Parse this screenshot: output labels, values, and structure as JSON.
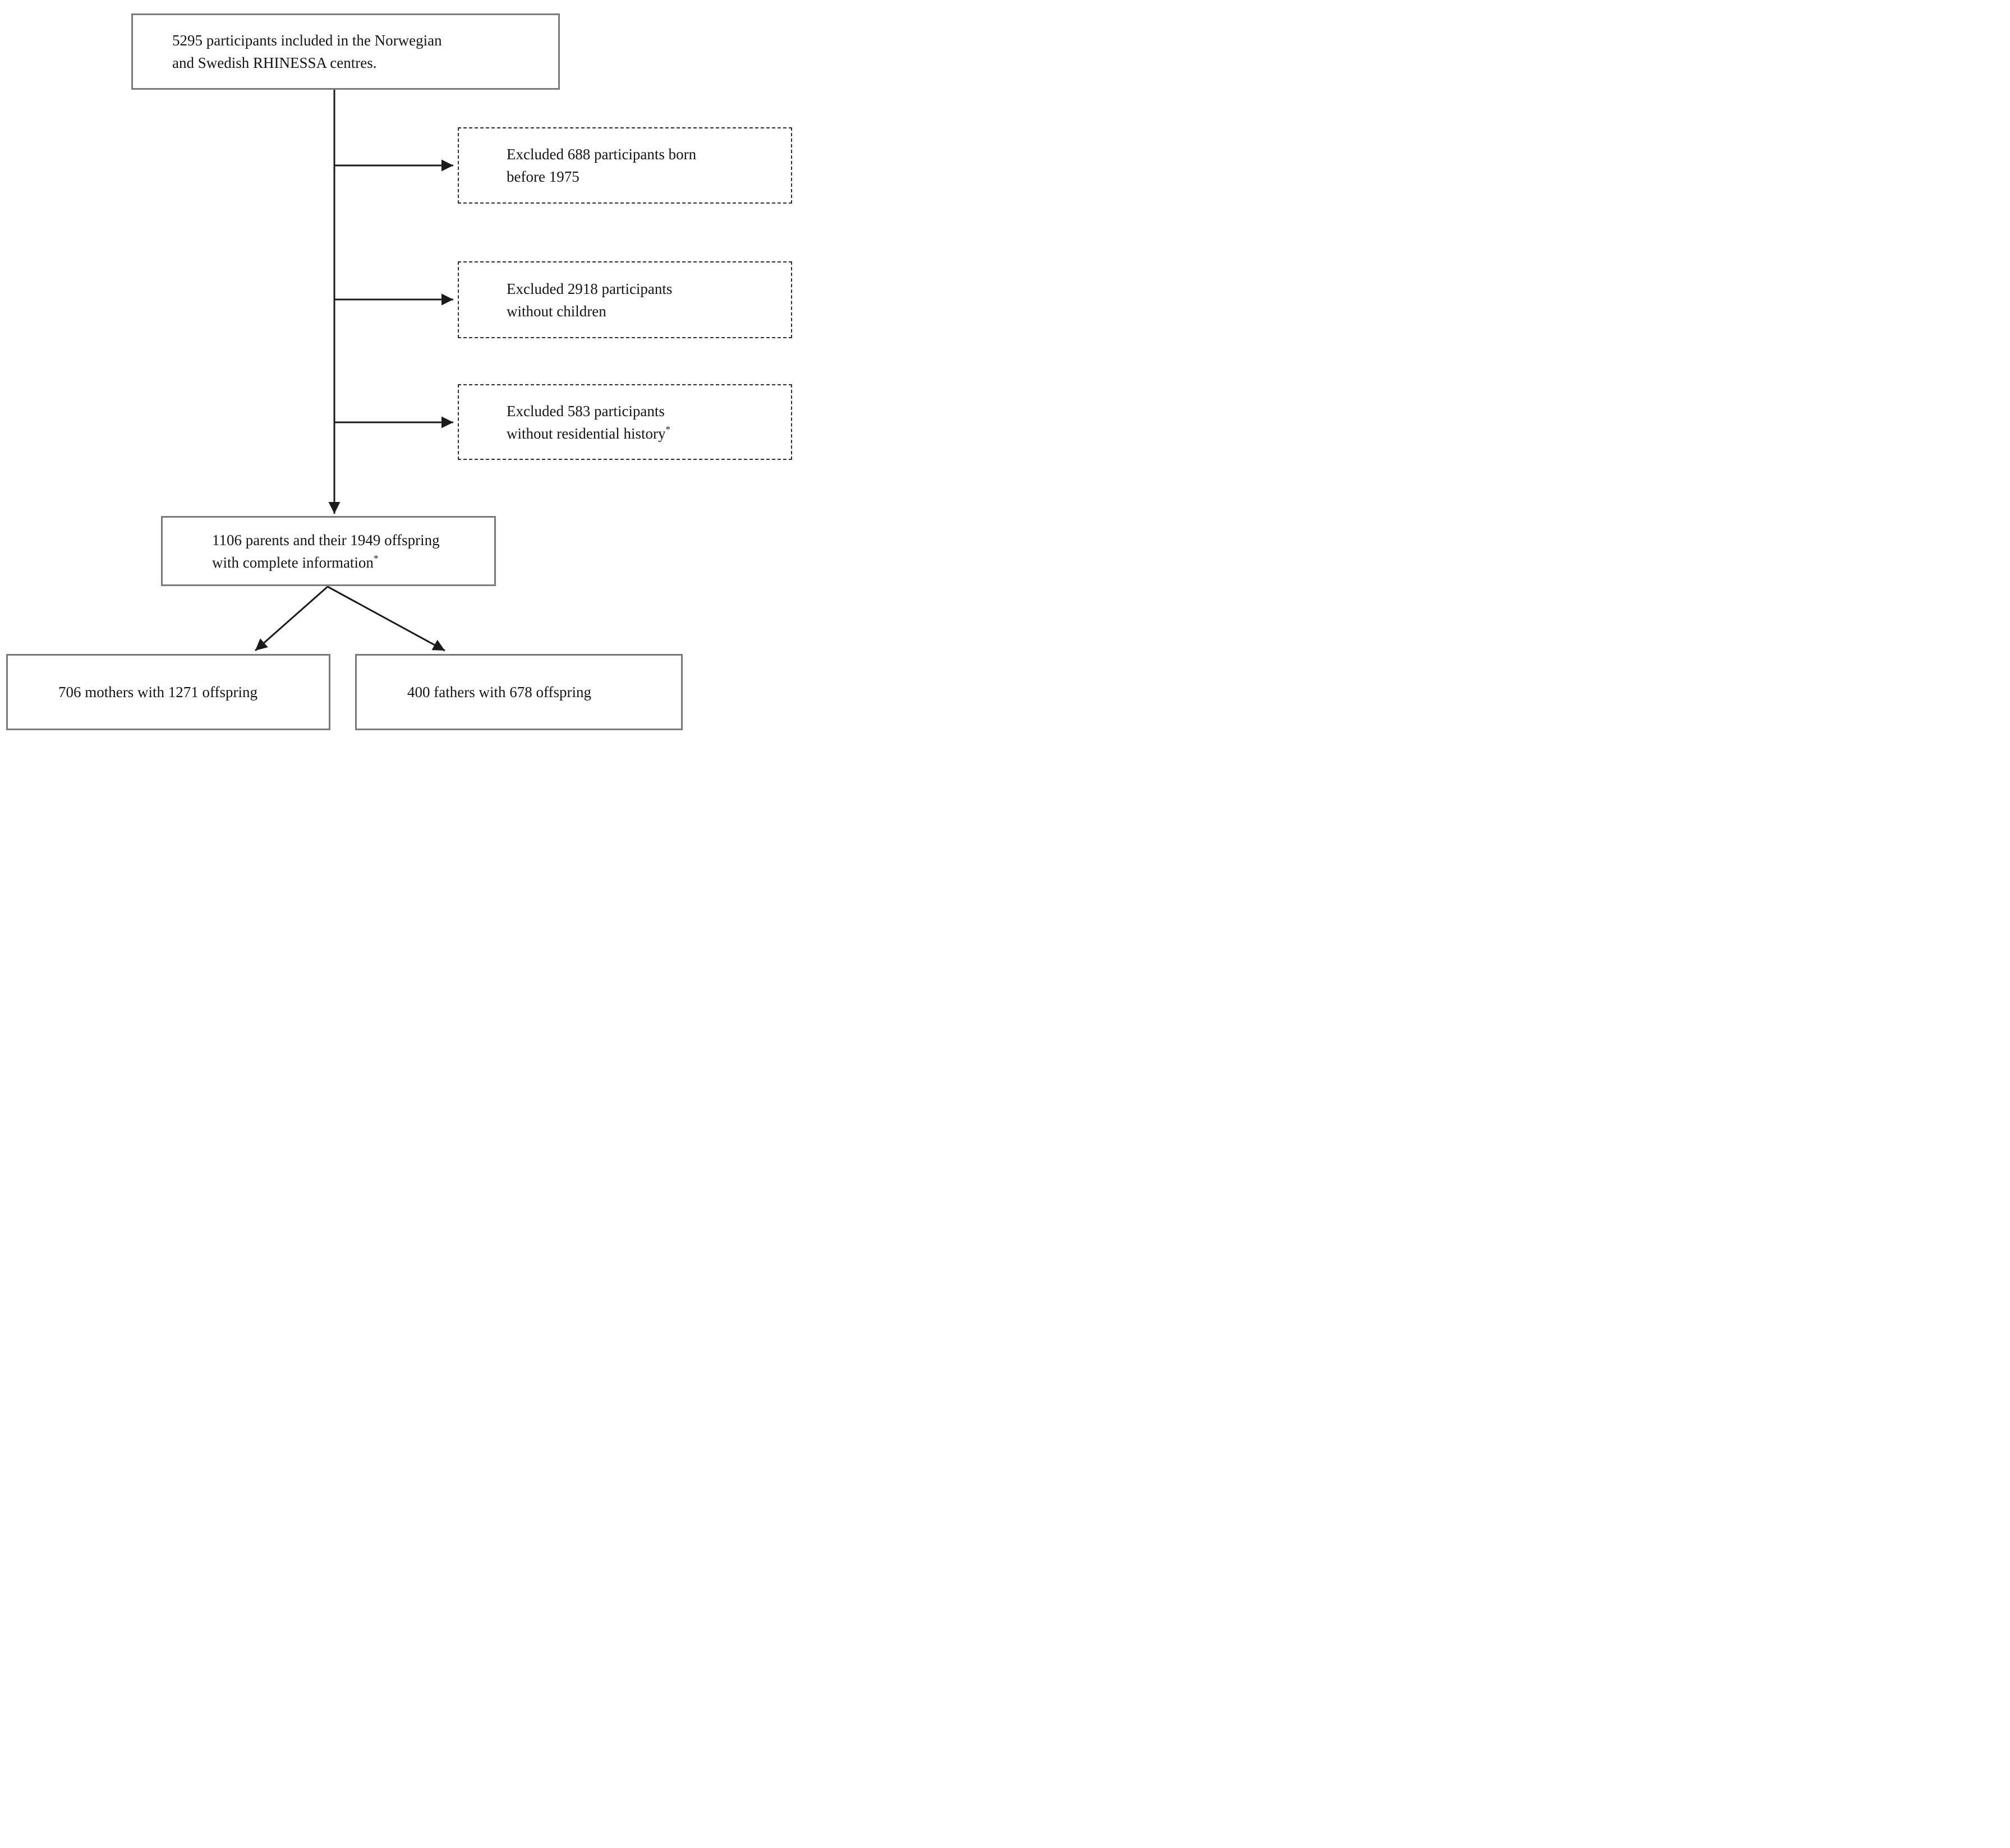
{
  "boxes": {
    "included": {
      "lines": [
        "5295 participants included in the Norwegian",
        "and Swedish RHINESSA centres."
      ]
    },
    "excluded_born_before_1975": {
      "lines": [
        "Excluded 688 participants born",
        "before 1975"
      ]
    },
    "excluded_without_children": {
      "lines": [
        "Excluded 2918 participants",
        "without children"
      ]
    },
    "excluded_without_residential_history": {
      "lines": [
        "Excluded 583 participants",
        "without residential history"
      ],
      "sup": "*"
    },
    "complete_information": {
      "lines": [
        "1106 parents and their 1949 offspring",
        "with complete information"
      ],
      "sup": "*"
    },
    "mothers": {
      "lines": [
        "706 mothers with 1271 offspring"
      ]
    },
    "fathers": {
      "lines": [
        "400 fathers with 678 offspring"
      ]
    }
  },
  "style": {
    "line_color": "#1a1a1a",
    "solid_border_color": "#7a7a7a",
    "dashed_border_color": "#2e2e2e",
    "text_color": "#141414",
    "background_color": "#ffffff"
  }
}
